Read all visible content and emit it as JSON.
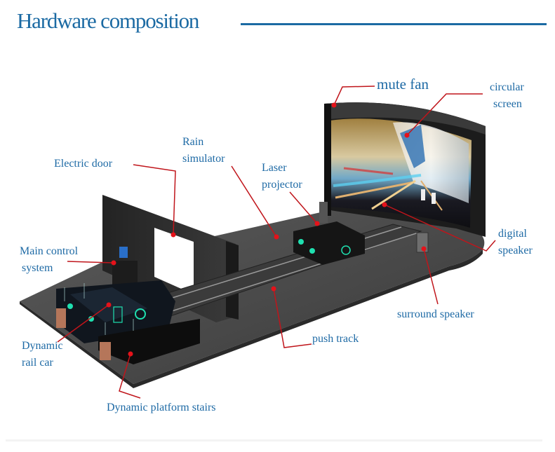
{
  "header": {
    "title": "Hardware composition"
  },
  "callouts": {
    "mute_fan": "mute fan",
    "circular_screen_1": "circular",
    "circular_screen_2": "screen",
    "rain_simulator_1": "Rain",
    "rain_simulator_2": "simulator",
    "electric_door": "Electric door",
    "laser_projector_1": "Laser",
    "laser_projector_2": "projector",
    "main_control_1": "Main control",
    "main_control_2": "system",
    "digital_speaker_1": "digital",
    "digital_speaker_2": "speaker",
    "surround_speaker": "surround speaker",
    "push_track": "push track",
    "dynamic_rail_car_1": "Dynamic",
    "dynamic_rail_car_2": "rail car",
    "dynamic_platform_stairs": "Dynamic platform stairs"
  },
  "colors": {
    "accent": "#1b6aa3",
    "callout_line": "#c0151b",
    "callout_dot": "#e5121a",
    "floor": "#4a4a4a",
    "wall": "#2a2a2a",
    "glow": "#1fe0b0"
  }
}
